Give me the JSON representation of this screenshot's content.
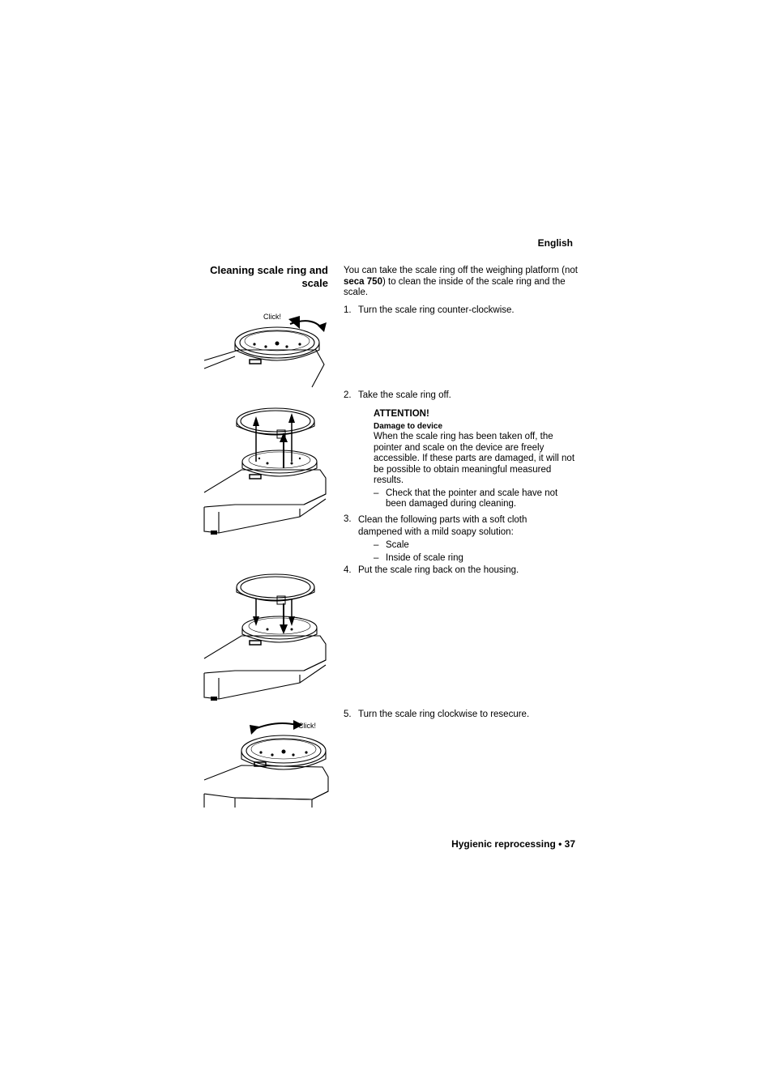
{
  "header": {
    "language": "English"
  },
  "section": {
    "title": "Cleaning scale ring and scale"
  },
  "intro": {
    "text_before": "You can take the scale ring off the weighing platform (not ",
    "model": "seca 750",
    "text_after": ") to clean the inside of the scale ring and the scale."
  },
  "steps": [
    {
      "num": "1.",
      "text": "Turn the scale ring counter-clockwise."
    },
    {
      "num": "2.",
      "text": "Take the scale ring off."
    },
    {
      "num": "3.",
      "text": "Clean the following parts with a soft cloth dampened with a mild soapy solution:"
    },
    {
      "num": "4.",
      "text": "Put the scale ring back on the housing."
    },
    {
      "num": "5.",
      "text": "Turn the scale ring clockwise to resecure."
    }
  ],
  "attention": {
    "title": "ATTENTION!",
    "subtitle": "Damage to device",
    "text": "When the scale ring has been taken off, the pointer and scale on the device are freely accessible. If these parts are damaged, it will not be possible to obtain meaningful measured results.",
    "action": "Check that the pointer and scale have not been damaged during cleaning."
  },
  "clean_parts": [
    "Scale",
    "Inside of scale ring"
  ],
  "figures": {
    "fig1_label": "Click!",
    "fig4_label": "Click!"
  },
  "footer": {
    "text": "Hygienic reprocessing • 37"
  },
  "symbols": {
    "dash": "–"
  }
}
